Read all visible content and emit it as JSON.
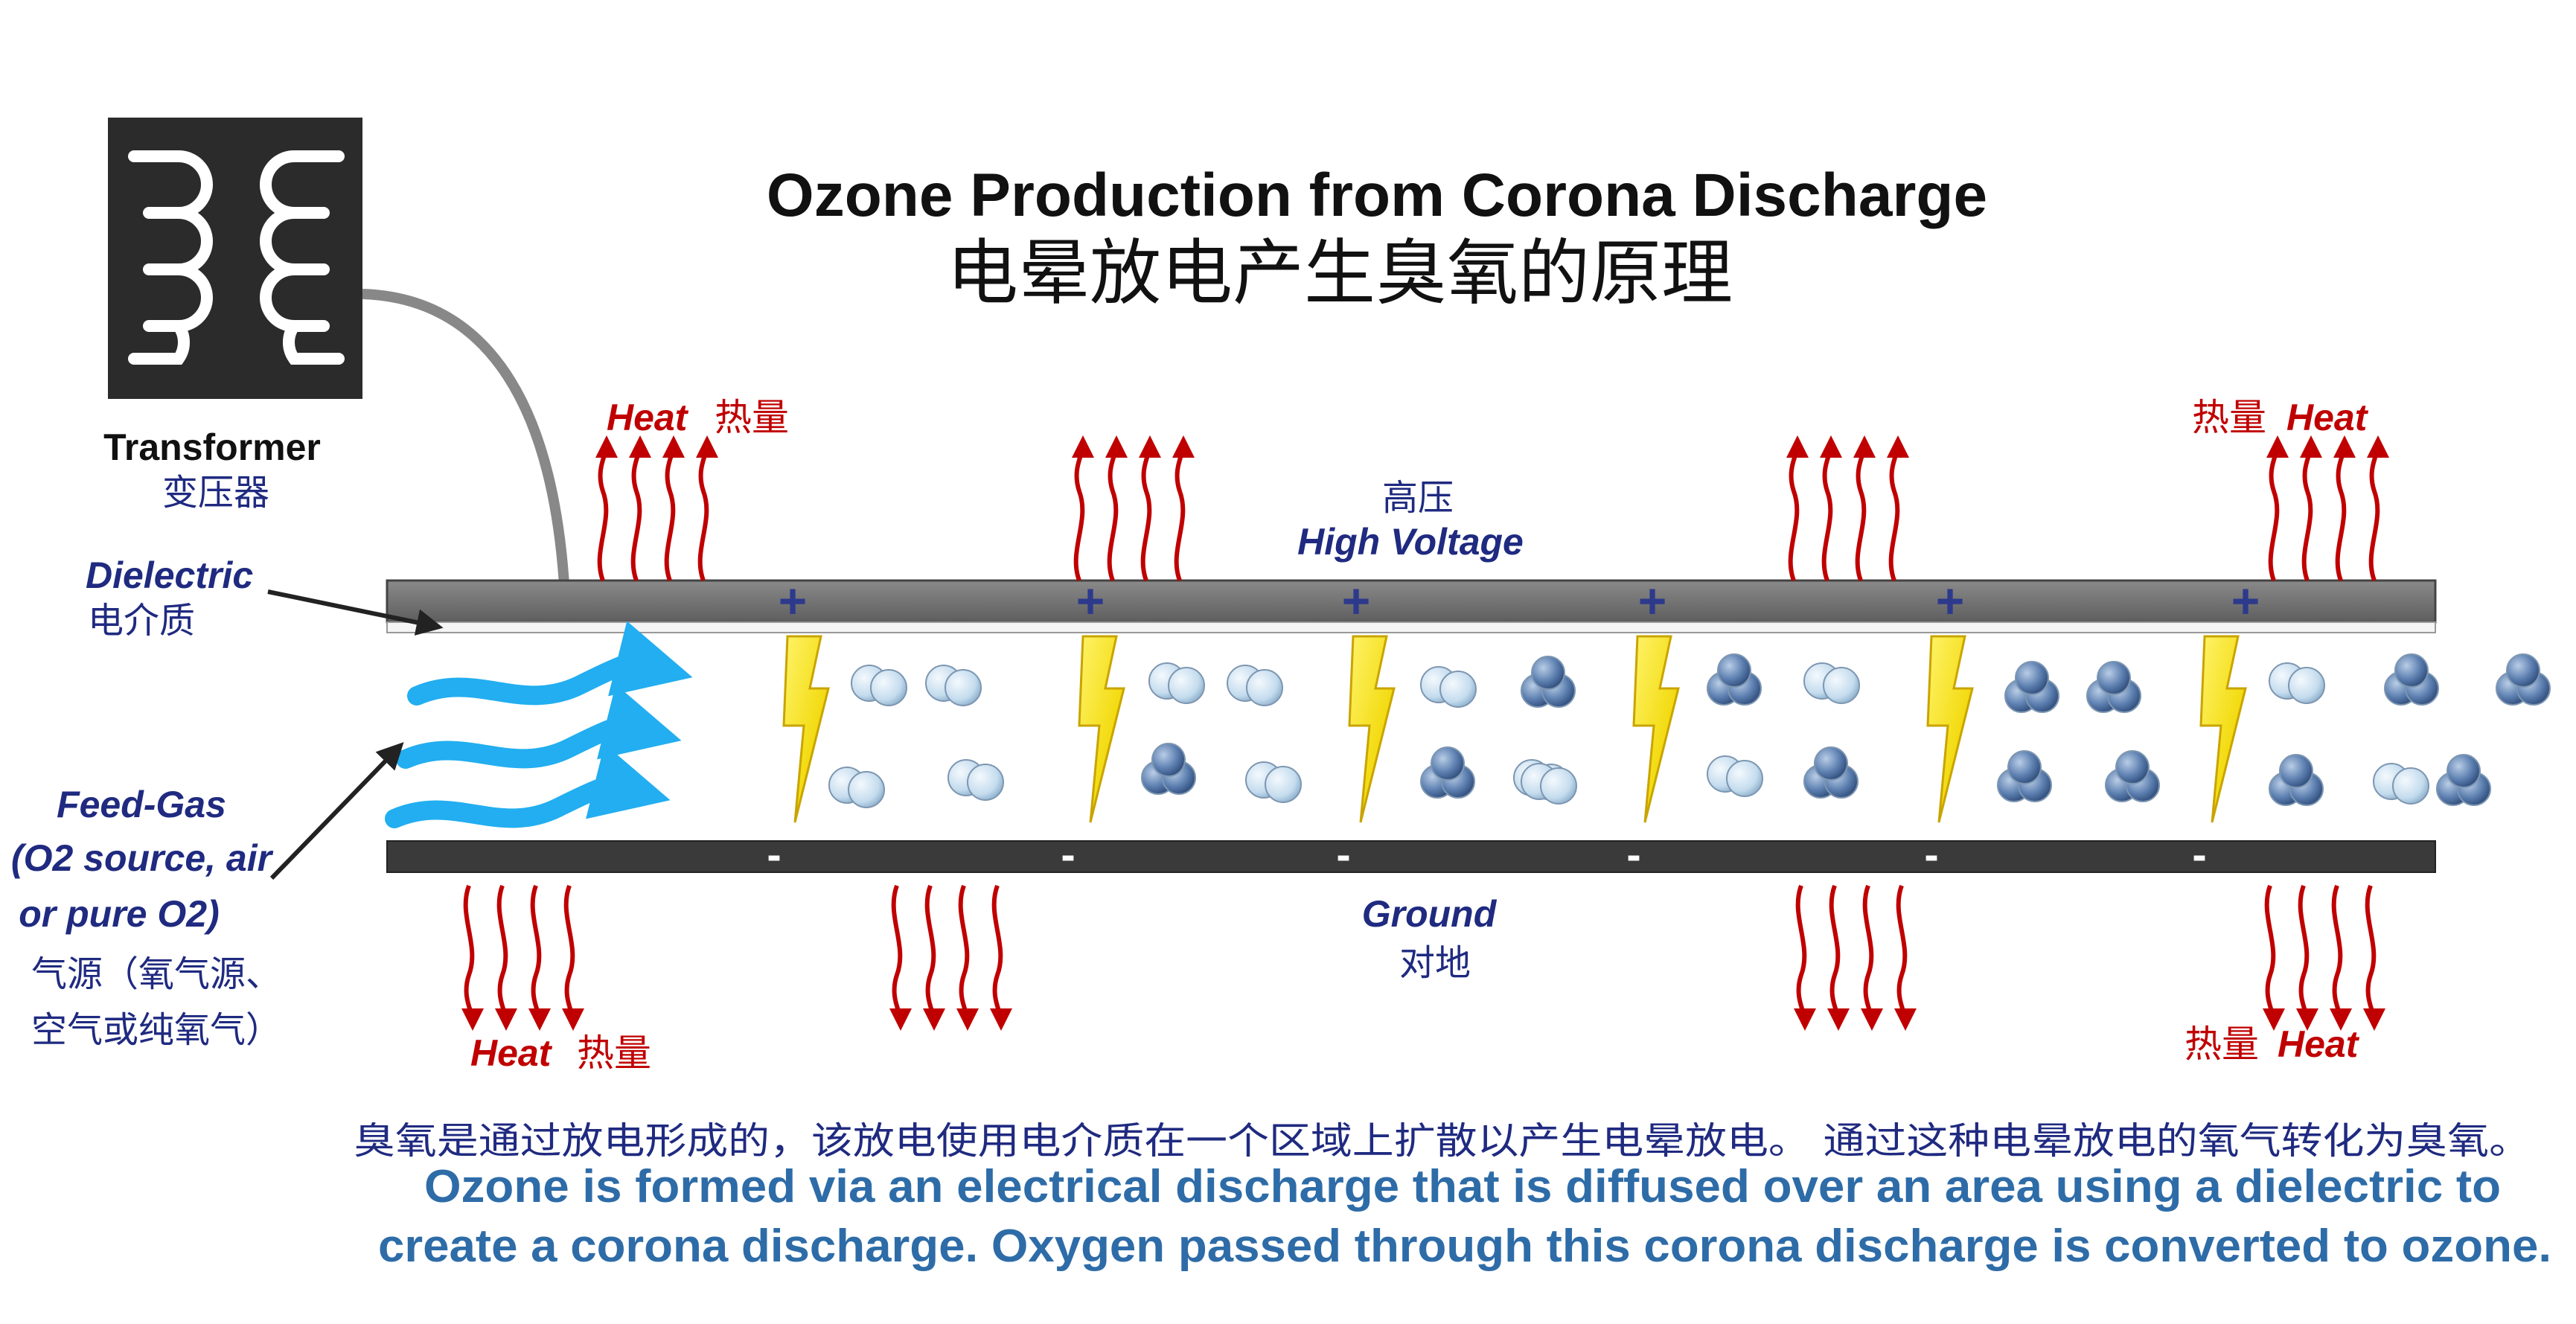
{
  "title": {
    "en": "Ozone Production from Corona Discharge",
    "zh": "电晕放电产生臭氧的原理"
  },
  "transformer": {
    "label_en": "Transformer",
    "label_zh": "变压器",
    "icon": "transformer-coil-icon"
  },
  "dielectric": {
    "label_en": "Dielectric",
    "label_zh": "电介质"
  },
  "high_voltage": {
    "label_en": "High Voltage",
    "label_zh": "高压",
    "sign": "+"
  },
  "ground": {
    "label_en": "Ground",
    "label_zh": "对地",
    "sign": "-"
  },
  "feed_gas": {
    "line1": "Feed-Gas",
    "line2": "(O2 source, air",
    "line3": "or pure O2)",
    "zh_line1": "气源（氧气源、",
    "zh_line2": "空气或纯氧气）"
  },
  "heat": {
    "top_left_en": "Heat",
    "top_left_zh": "热量",
    "top_right_zh": "热量",
    "top_right_en": "Heat",
    "bottom_left_en": "Heat",
    "bottom_left_zh": "热量",
    "bottom_right_zh": "热量",
    "bottom_right_en": "Heat"
  },
  "caption": {
    "zh": "臭氧是通过放电形成的，该放电使用电介质在一个区域上扩散以产生电晕放电。 通过这种电晕放电的氧气转化为臭氧。",
    "en_line1": "Ozone is formed via an electrical discharge that is diffused over an area using a dielectric to",
    "en_line2": "create a corona discharge.  Oxygen passed through this corona discharge is converted to ozone."
  },
  "colors": {
    "heat_red": "#c00000",
    "navy": "#1f2a80",
    "caption_blue": "#2e6ca8",
    "flow_arrow": "#22aef0",
    "electrode_top": "#6d6d6d",
    "electrode_bottom": "#3a3a3a",
    "lightning": "#f6e21a",
    "o2_molecule": "#c4dcee",
    "o3_molecule": "#5c7fb0"
  }
}
